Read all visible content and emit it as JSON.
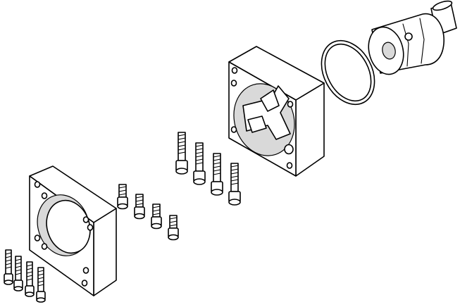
{
  "figure": {
    "parts": [
      {
        "name": "motor-flange"
      },
      {
        "name": "flange-screw",
        "count": 4
      },
      {
        "name": "small-screw",
        "count": 4
      },
      {
        "name": "long-screw",
        "count": 4
      },
      {
        "name": "coupling-housing"
      },
      {
        "name": "o-ring"
      },
      {
        "name": "coupling"
      }
    ]
  }
}
